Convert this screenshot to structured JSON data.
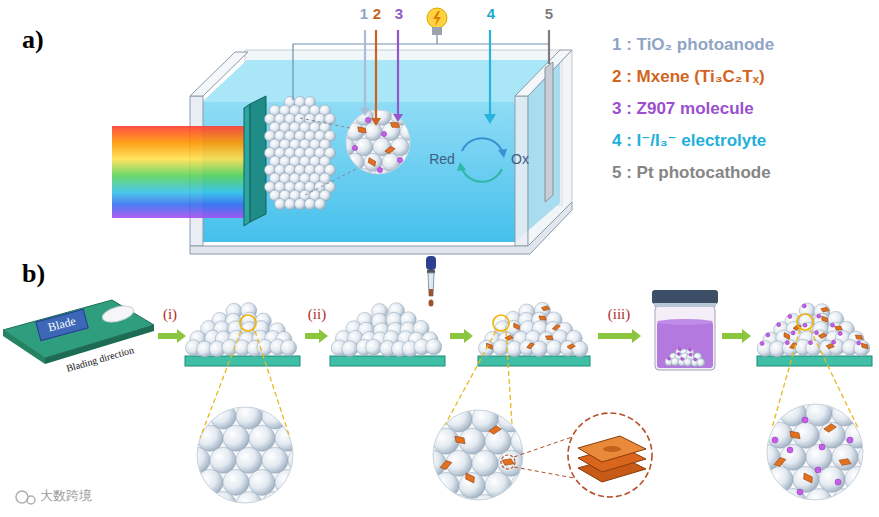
{
  "diagram": {
    "nodes": [
      {
        "text": [
          "Blade"
        ]
      }
    ],
    "labels": [
      "a)",
      "1",
      "2",
      "3",
      "4",
      "5",
      "Red",
      "Ox",
      "1 : TiO₂ photoanode",
      "2 : Mxene (Ti₃C₂Tₓ)",
      "3 : Z907 molecule",
      "4 : I⁻/I₃⁻ electrolyte",
      "5 : Pt photocathode",
      "b)",
      "Blading direction",
      "(i)",
      "(ii)",
      "(iii)",
      "大数跨境"
    ]
  }
}
